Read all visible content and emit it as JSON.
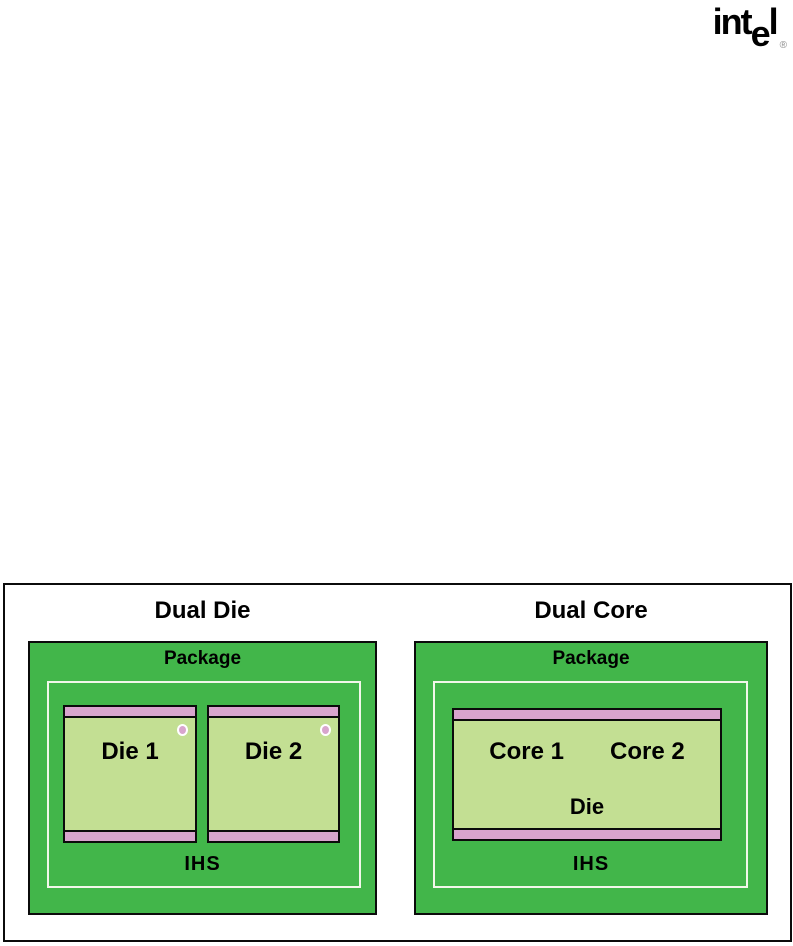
{
  "logo": {
    "brand_pre": "int",
    "brand_dropped_e": "e",
    "brand_post": "l",
    "registered_mark": "®"
  },
  "figure": {
    "colors": {
      "package_green": "#42B64A",
      "die_green": "#C3DF93",
      "substrate_pink": "#D8A5CD",
      "line_black": "#0B0B0B",
      "ihs_outline": "#F2F7EA"
    },
    "left_panel": {
      "title": "Dual Die",
      "package_label": "Package",
      "ihs_label": "IHS",
      "dies": [
        {
          "label": "Die 1"
        },
        {
          "label": "Die 2"
        }
      ]
    },
    "right_panel": {
      "title": "Dual Core",
      "package_label": "Package",
      "ihs_label": "IHS",
      "die_label": "Die",
      "cores": [
        {
          "label": "Core 1"
        },
        {
          "label": "Core 2"
        }
      ]
    }
  }
}
